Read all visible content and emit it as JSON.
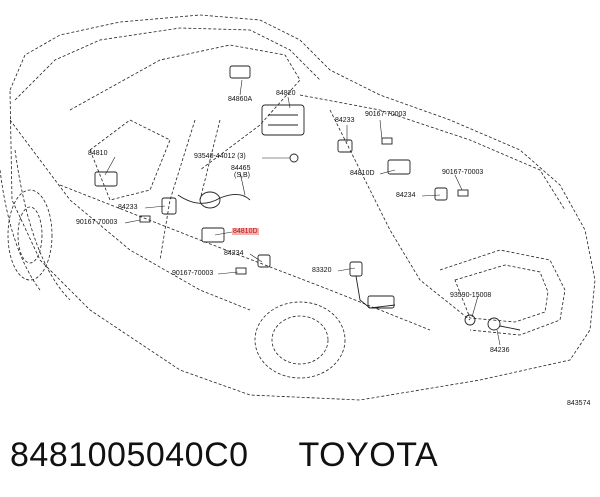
{
  "diagram": {
    "figure_code": "843574",
    "callouts": [
      {
        "id": "c1",
        "text": "84860A"
      },
      {
        "id": "c2",
        "text": "84820"
      },
      {
        "id": "c3",
        "text": "84233"
      },
      {
        "id": "c4",
        "text": "90167-70003"
      },
      {
        "id": "c5",
        "text": "84810"
      },
      {
        "id": "c6",
        "text": "93540-44012 (3)"
      },
      {
        "id": "c7",
        "text": "84465"
      },
      {
        "id": "c8",
        "text": "(S,B)"
      },
      {
        "id": "c9",
        "text": "84810D"
      },
      {
        "id": "c10",
        "text": "90167-70003"
      },
      {
        "id": "c11",
        "text": "84234"
      },
      {
        "id": "c12",
        "text": "84233"
      },
      {
        "id": "c13",
        "text": "90167-70003"
      },
      {
        "id": "c14",
        "text": "84810D",
        "highlight": true
      },
      {
        "id": "c15",
        "text": "84234"
      },
      {
        "id": "c16",
        "text": "90167-70003"
      },
      {
        "id": "c17",
        "text": "83320"
      },
      {
        "id": "c18",
        "text": "93590-15008"
      },
      {
        "id": "c19",
        "text": "84236"
      }
    ]
  },
  "caption": {
    "part_number": "8481005040C0",
    "brand": "TOYOTA"
  },
  "colors": {
    "line": "#222222",
    "highlight_bg": "#f4b0b0",
    "highlight_text": "#c01010"
  }
}
